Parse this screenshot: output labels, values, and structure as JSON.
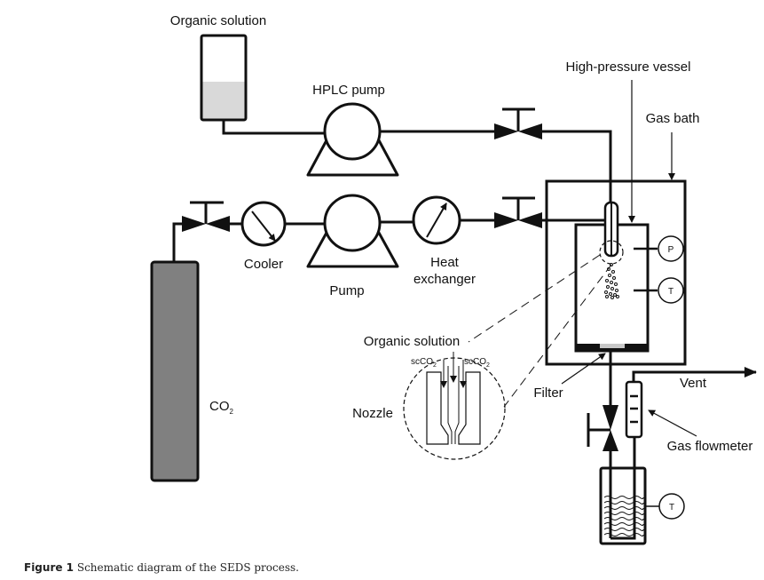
{
  "labels": {
    "organic_solution_top": "Organic solution",
    "hplc_pump": "HPLC pump",
    "high_pressure_vessel": "High-pressure vessel",
    "gas_bath": "Gas bath",
    "cooler": "Cooler",
    "pump": "Pump",
    "heat_exchanger_1": "Heat",
    "heat_exchanger_2": "exchanger",
    "co2_main": "CO",
    "co2_sub": "2",
    "organic_solution_nozzle": "Organic solution",
    "scco2_left": "scCO",
    "scco2_left_sub": "2",
    "scco2_right": "scCO",
    "scco2_right_sub": "2",
    "nozzle": "Nozzle",
    "filter": "Filter",
    "vent": "Vent",
    "gas_flowmeter": "Gas flowmeter",
    "gauge_p": "P",
    "gauge_t1": "T",
    "gauge_t2": "T"
  },
  "caption": {
    "figure_label": "Figure 1",
    "text": " Schematic diagram of the SEDS process."
  },
  "colors": {
    "line": "#111111",
    "cylinder_fill": "#808080",
    "solution_fill": "#d9d9d9",
    "filter_fill": "#c8c8c8"
  }
}
